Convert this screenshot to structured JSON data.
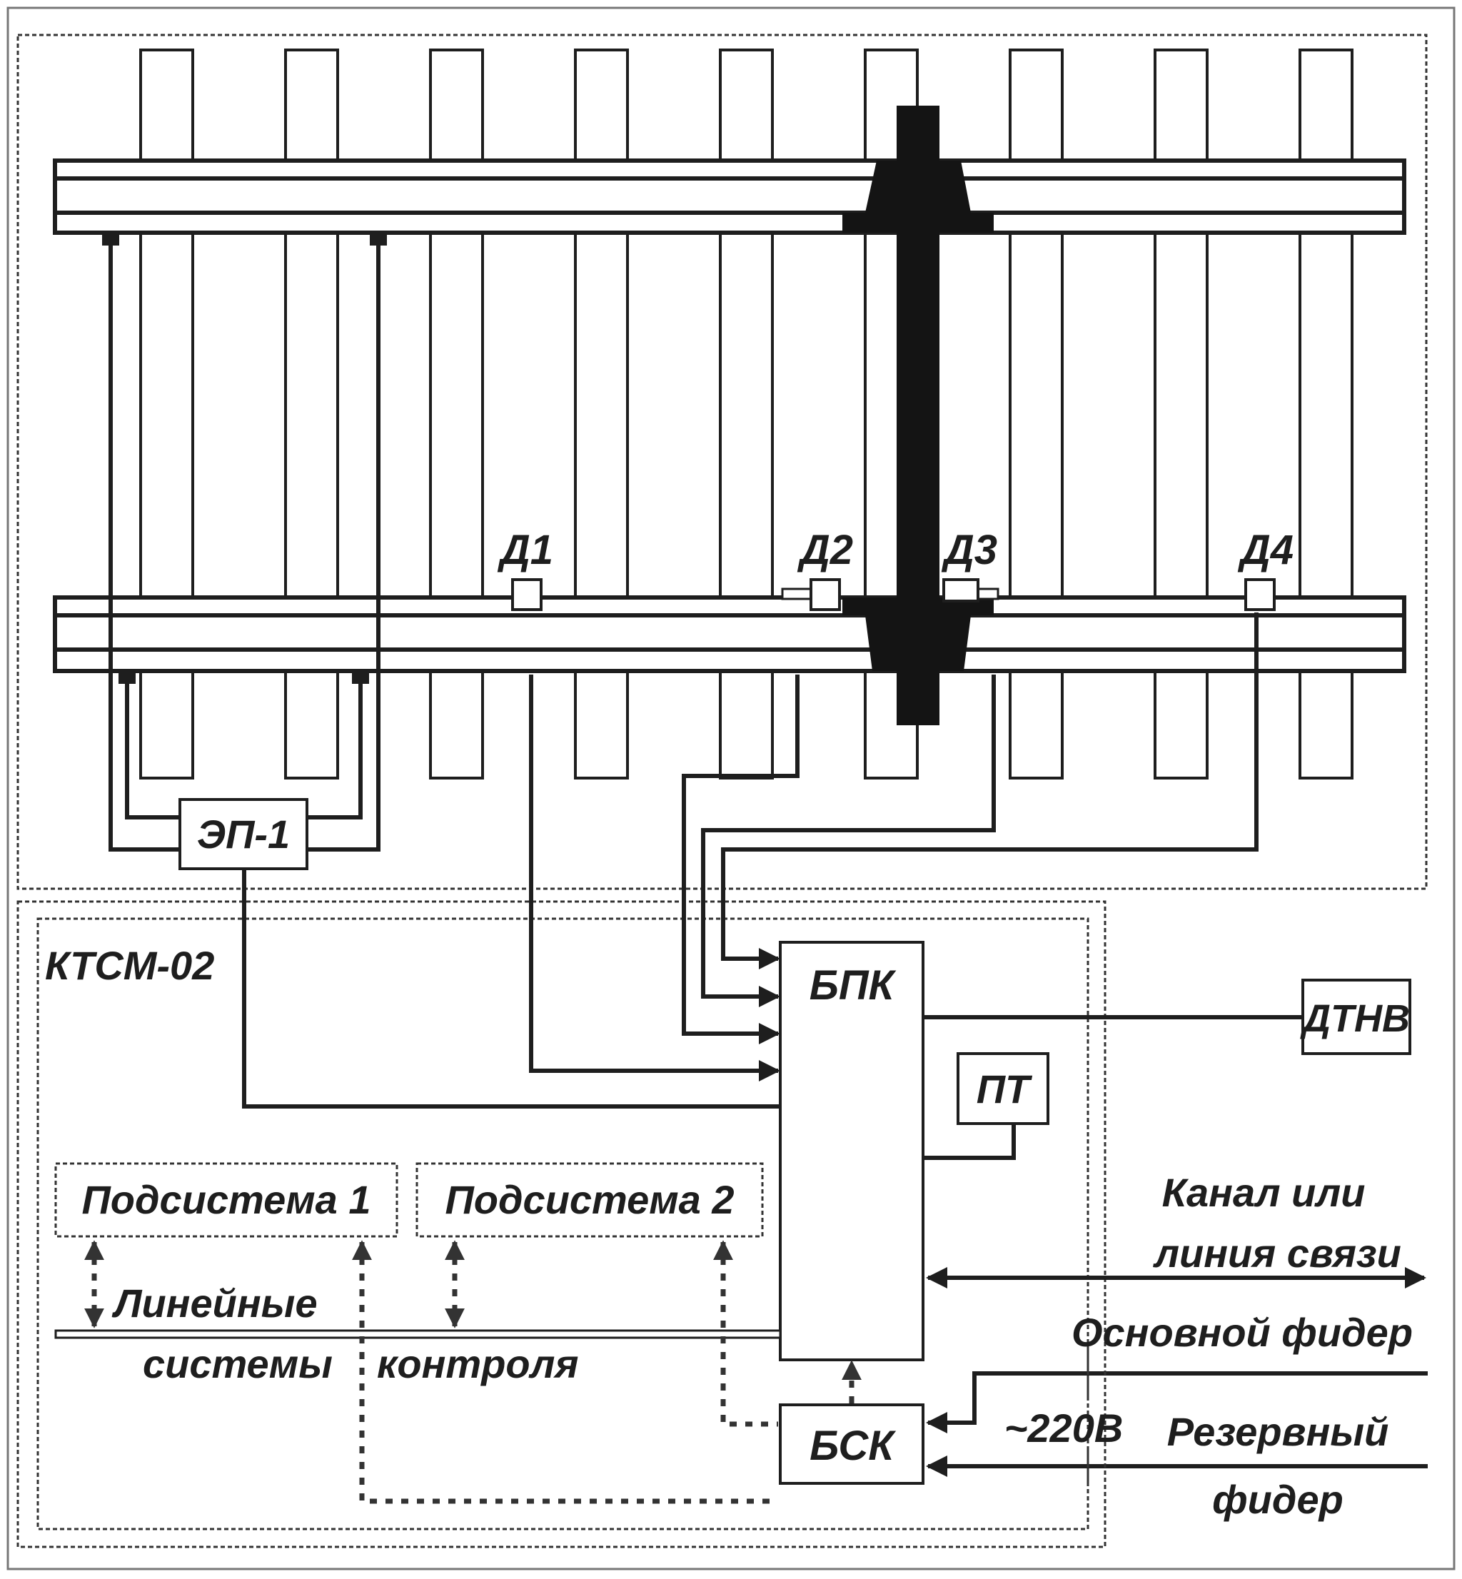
{
  "diagram": {
    "system_label": "КТСМ-02",
    "rail_section": {
      "sleeper_count": 9,
      "detectors": [
        {
          "id": "d1",
          "label": "Д1"
        },
        {
          "id": "d2",
          "label": "Д2"
        },
        {
          "id": "d3",
          "label": "Д3"
        },
        {
          "id": "d4",
          "label": "Д4"
        }
      ],
      "pedal_unit": "ЭП-1"
    },
    "blocks": {
      "bpk": "БПК",
      "pt": "ПТ",
      "bsk": "БСК",
      "dtnv": "ДТНВ",
      "subsystem1": "Подсистема 1",
      "subsystem2": "Подсистема 2"
    },
    "labels": {
      "linear_line1": "Линейные",
      "linear_word2": "системы",
      "linear_word3": "контроля",
      "channel_line1": "Канал или",
      "channel_line2": "линия связи",
      "main_feeder": "Основной фидер",
      "voltage": "~220В",
      "reserve_line1": "Резервный",
      "reserve_line2": "фидер"
    },
    "colors": {
      "ink": "#1e1e1e",
      "wheelset": "#141414",
      "background": "#ffffff"
    }
  }
}
